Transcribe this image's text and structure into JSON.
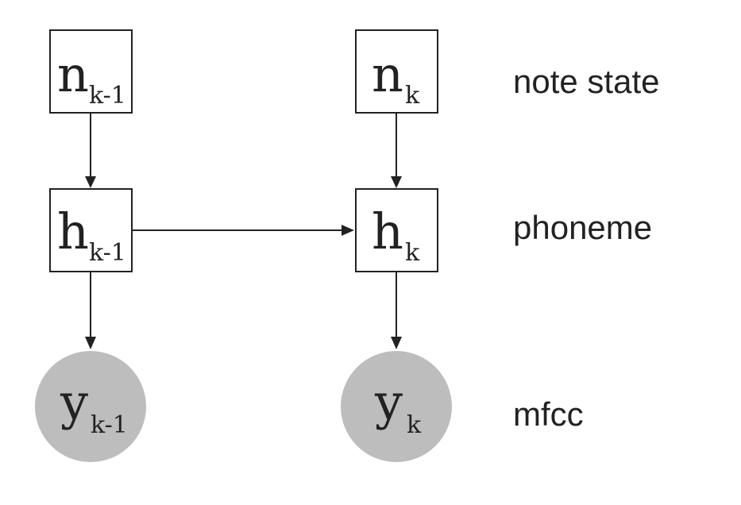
{
  "nodes": {
    "n_prev": {
      "main": "n",
      "sub": "k-1",
      "shape": "box"
    },
    "n_curr": {
      "main": "n",
      "sub": "k",
      "shape": "box"
    },
    "h_prev": {
      "main": "h",
      "sub": "k-1",
      "shape": "box"
    },
    "h_curr": {
      "main": "h",
      "sub": "k",
      "shape": "box"
    },
    "y_prev": {
      "main": "y",
      "sub": "k-1",
      "shape": "circle",
      "fill": "#bdbdbd"
    },
    "y_curr": {
      "main": "y",
      "sub": "k",
      "shape": "circle",
      "fill": "#bdbdbd"
    }
  },
  "edges": [
    {
      "from": "n_prev",
      "to": "h_prev"
    },
    {
      "from": "n_curr",
      "to": "h_curr"
    },
    {
      "from": "h_prev",
      "to": "h_curr"
    },
    {
      "from": "h_prev",
      "to": "y_prev"
    },
    {
      "from": "h_curr",
      "to": "y_curr"
    }
  ],
  "row_labels": {
    "note_state": "note state",
    "phoneme": "phoneme",
    "mfcc": "mfcc"
  },
  "colors": {
    "stroke": "#222222",
    "observed_fill": "#bdbdbd",
    "background": "#ffffff"
  }
}
